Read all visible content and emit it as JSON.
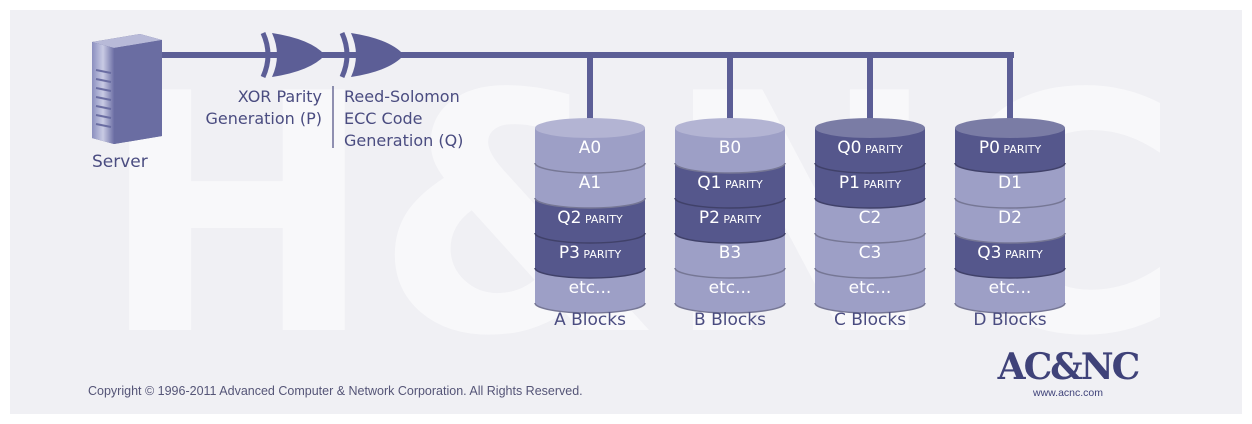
{
  "server": {
    "label": "Server",
    "icon": "server-icon"
  },
  "gates": [
    {
      "icon": "xor-gate-icon",
      "lines": [
        "XOR Parity",
        "Generation (P)"
      ]
    },
    {
      "icon": "xor-gate-icon",
      "lines": [
        "Reed-Solomon",
        "ECC Code",
        "Generation (Q)"
      ]
    }
  ],
  "disks": [
    {
      "label": "A Blocks",
      "blocks": [
        {
          "text": "A0",
          "parity": false
        },
        {
          "text": "A1",
          "parity": false
        },
        {
          "text": "Q2",
          "parity": true
        },
        {
          "text": "P3",
          "parity": true
        },
        {
          "text": "etc...",
          "parity": false
        }
      ]
    },
    {
      "label": "B Blocks",
      "blocks": [
        {
          "text": "B0",
          "parity": false
        },
        {
          "text": "Q1",
          "parity": true
        },
        {
          "text": "P2",
          "parity": true
        },
        {
          "text": "B3",
          "parity": false
        },
        {
          "text": "etc...",
          "parity": false
        }
      ]
    },
    {
      "label": "C Blocks",
      "blocks": [
        {
          "text": "Q0",
          "parity": true
        },
        {
          "text": "P1",
          "parity": true
        },
        {
          "text": "C2",
          "parity": false
        },
        {
          "text": "C3",
          "parity": false
        },
        {
          "text": "etc...",
          "parity": false
        }
      ]
    },
    {
      "label": "D Blocks",
      "blocks": [
        {
          "text": "P0",
          "parity": true
        },
        {
          "text": "D1",
          "parity": false
        },
        {
          "text": "D2",
          "parity": false
        },
        {
          "text": "Q3",
          "parity": true
        },
        {
          "text": "etc...",
          "parity": false
        }
      ]
    }
  ],
  "parity_suffix": "PARITY",
  "copyright": "Copyright © 1996-2011 Advanced Computer & Network Corporation. All Rights Reserved.",
  "logo": {
    "text": "AC&NC",
    "url": "www.acnc.com"
  },
  "watermark": "H&NC",
  "colors": {
    "panel": "#f0f0f4",
    "line": "#5c5e96",
    "label": "#4a4c80",
    "data_block": "#9d9fc6",
    "parity_block": "#55578c",
    "block_text": "#ffffff",
    "copyright_text": "#555577"
  }
}
